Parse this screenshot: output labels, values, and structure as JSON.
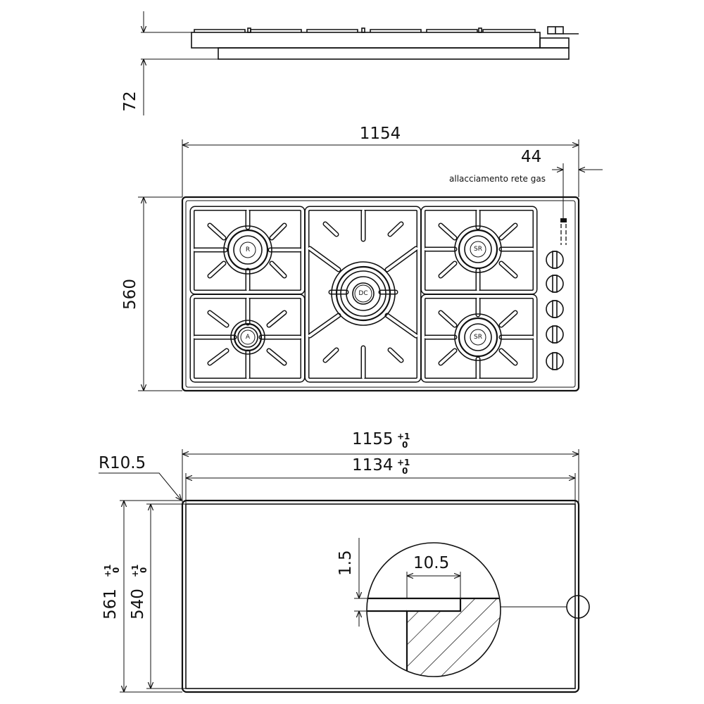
{
  "side_view": {
    "height_dim": "72"
  },
  "top_view": {
    "width_dim": "1154",
    "height_dim": "560",
    "gas_offset_dim": "44",
    "gas_note": "allacciamento rete gas",
    "burners": [
      {
        "id": "R",
        "label": "R"
      },
      {
        "id": "SR1",
        "label": "SR"
      },
      {
        "id": "A",
        "label": "A"
      },
      {
        "id": "SR2",
        "label": "SR"
      },
      {
        "id": "DC",
        "label": "DC"
      }
    ],
    "knob_count": 5
  },
  "cutout_view": {
    "radius_label": "R10.5",
    "outer_width": {
      "value": "1155",
      "tol_plus": "+1",
      "tol_minus": "0"
    },
    "inner_width": {
      "value": "1134",
      "tol_plus": "+1",
      "tol_minus": "0"
    },
    "outer_height": {
      "value": "561",
      "tol_plus": "+1",
      "tol_minus": "0"
    },
    "inner_height": {
      "value": "540",
      "tol_plus": "+1",
      "tol_minus": "0"
    },
    "detail_thickness": "1.5",
    "detail_width": "10.5"
  }
}
